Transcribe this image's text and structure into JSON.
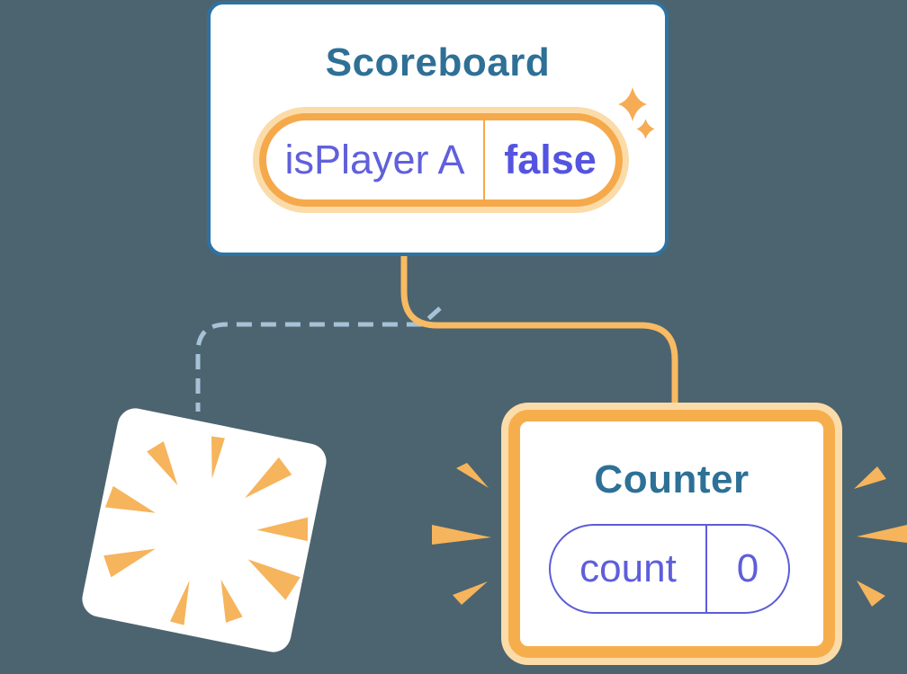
{
  "diagram_title": "React component tree state diagram",
  "scoreboard": {
    "title": "Scoreboard",
    "state_pill": {
      "key": "isPlayer A",
      "value": "false"
    }
  },
  "counter": {
    "title": "Counter",
    "state_pill": {
      "key": "count",
      "value": "0"
    }
  },
  "destroyed_component": {
    "description": "removed component card with poof burst, tilted"
  },
  "connectors": {
    "active_link": "solid orange line from Scoreboard to Counter",
    "destroyed_link": "dashed blue line from Scoreboard to removed card"
  },
  "icons": [
    "sparkle-icon",
    "poof-burst-icon",
    "emphasis-burst-left-icon",
    "emphasis-burst-right-icon"
  ],
  "colors": {
    "background": "#4C646F",
    "card_fill": "#FFFFFF",
    "card_border_blue": "#2C73A4",
    "title_teal": "#2E7096",
    "highlight_orange": "#F5A94B",
    "highlight_glow": "#FBDCA9",
    "connector_orange": "#F8BA62",
    "dashed_line_blue": "#A6C2D6",
    "state_purple": "#5E5EDB",
    "state_purple_bold": "#5454E0",
    "burst_orange": "#F6B45C"
  }
}
